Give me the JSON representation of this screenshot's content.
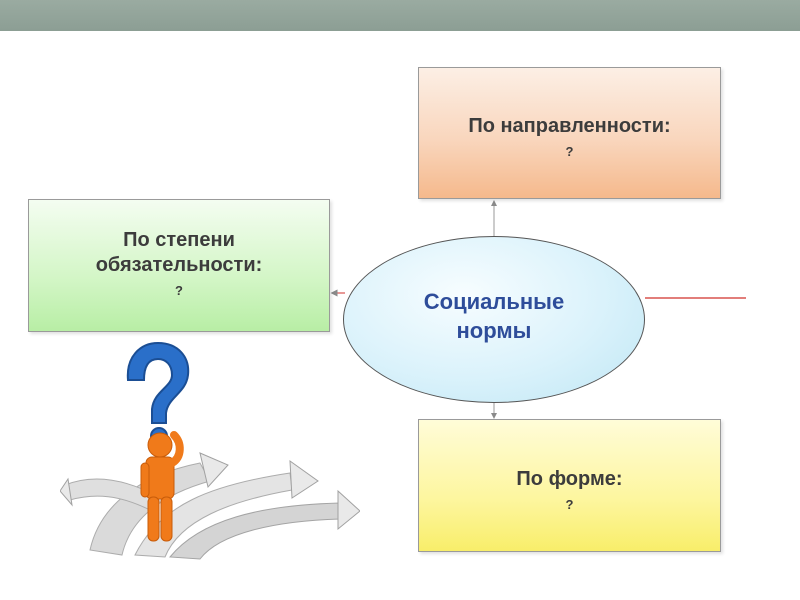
{
  "diagram": {
    "center": {
      "title": "Социальные\nнормы"
    },
    "boxes": {
      "direction": {
        "title": "По направленности:",
        "question": "?"
      },
      "obligation": {
        "title": "По степени\nобязательности:",
        "question": "?"
      },
      "form": {
        "title": "По форме:",
        "question": "?"
      }
    }
  },
  "colors": {
    "top_bar": "#8c9e94",
    "center_text": "#2e4d9a",
    "box_text": "#3c3c3c",
    "direction_fill": "#f9d6bd",
    "obligation_fill": "#d3f6c6",
    "form_fill": "#fdf69f",
    "center_fill": "#daf2fb",
    "connector_red": "#d9534f",
    "figure_orange": "#f07a1a",
    "question_blue": "#2a6fc9"
  },
  "illustration": {
    "icon": "person-with-question-mark-at-crossroads-icon"
  }
}
